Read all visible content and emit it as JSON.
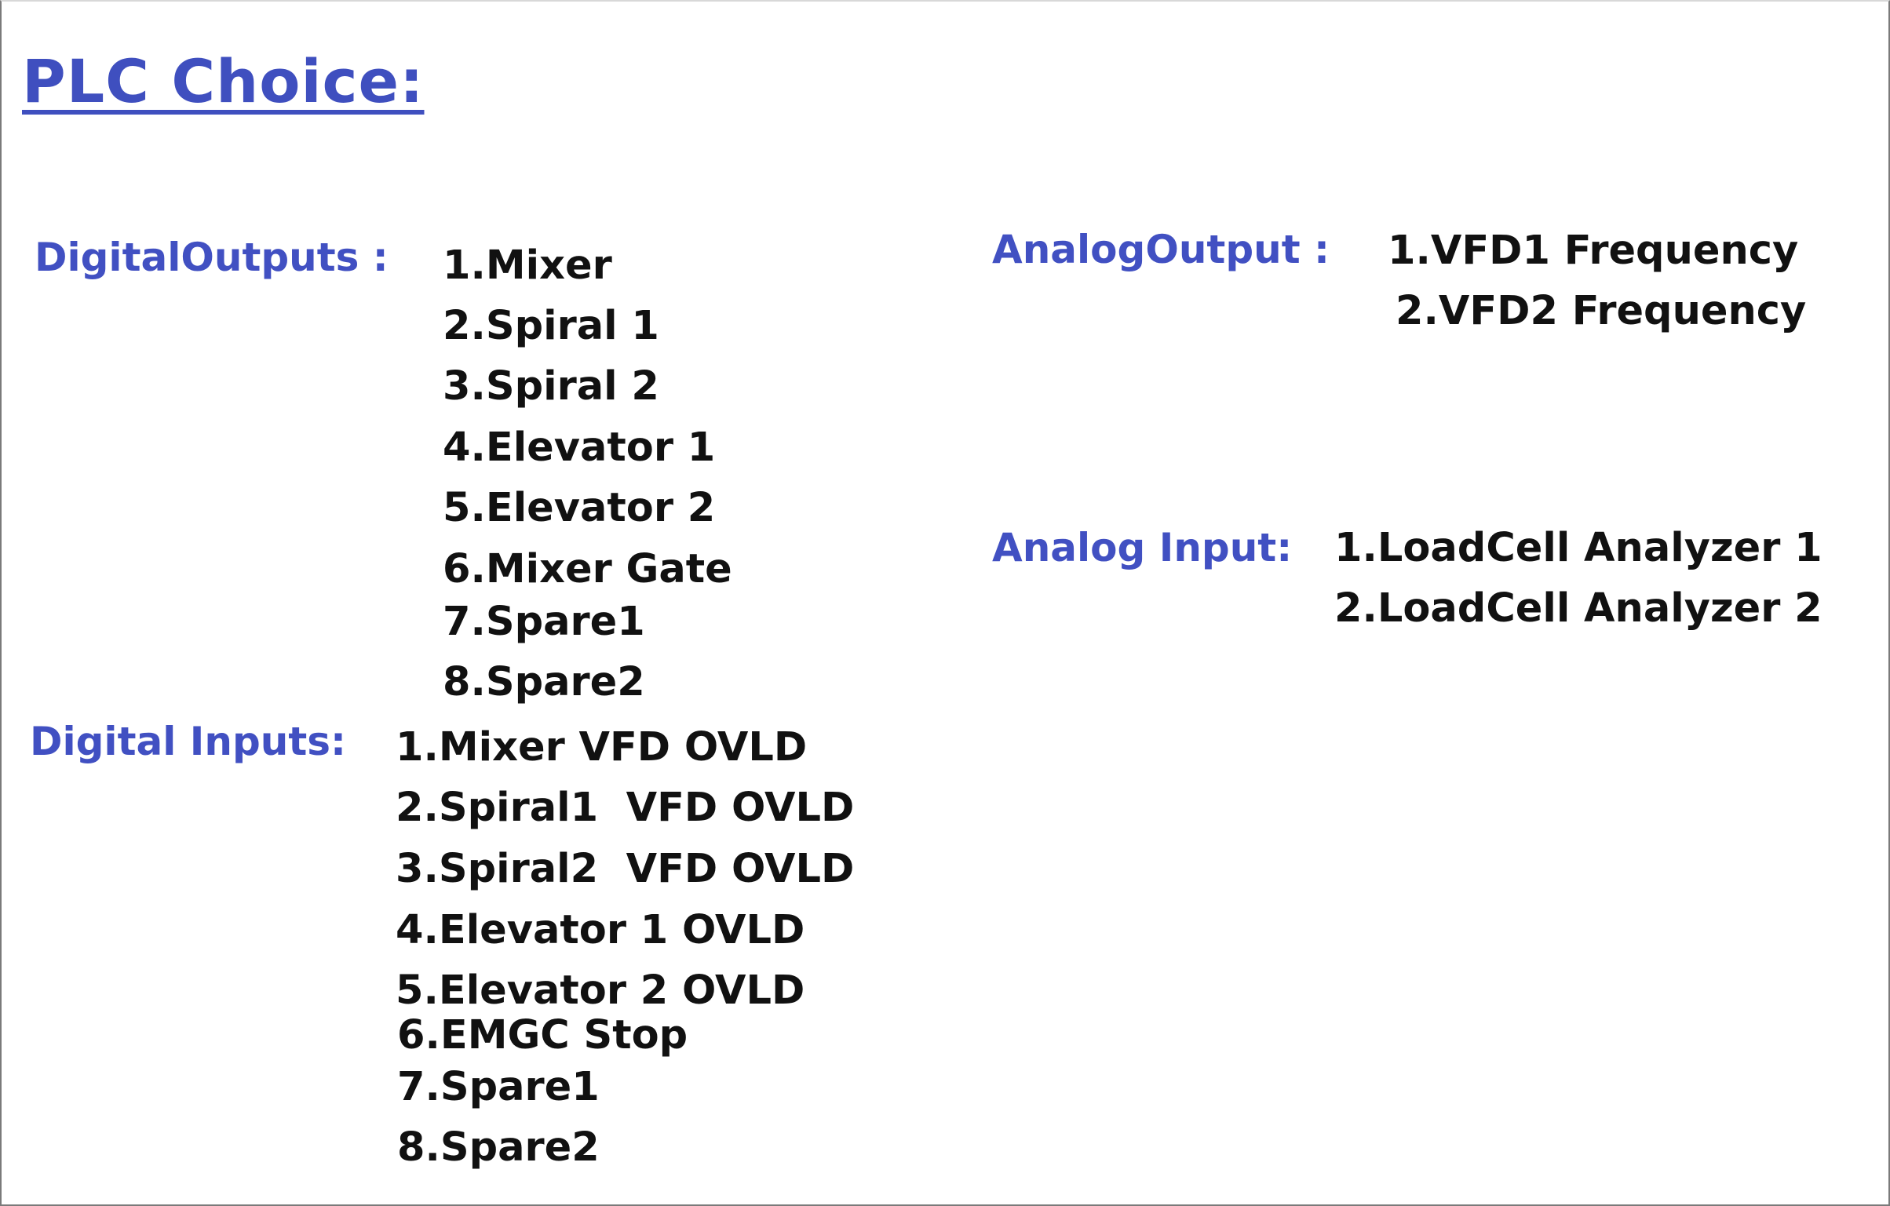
{
  "title": "PLC Choice:",
  "digital_outputs": {
    "label": "DigitalOutputs :",
    "items": [
      "1.Mixer",
      "2.Spiral 1",
      "3.Spiral 2",
      "4.Elevator 1",
      "5.Elevator 2",
      "6.Mixer Gate",
      "7.Spare1",
      "8.Spare2"
    ]
  },
  "digital_inputs": {
    "label": "Digital Inputs:",
    "items": [
      "1.Mixer VFD OVLD",
      "2.Spiral1  VFD OVLD",
      "3.Spiral2  VFD OVLD",
      "4.Elevator 1 OVLD",
      "5.Elevator 2 OVLD",
      "6.EMGC Stop",
      "7.Spare1",
      "8.Spare2"
    ]
  },
  "analog_output": {
    "label": "AnalogOutput :",
    "items": [
      "1.VFD1 Frequency",
      "2.VFD2 Frequency"
    ]
  },
  "analog_input": {
    "label": "Analog Input:",
    "items": [
      "1.LoadCell Analyzer 1",
      "2.LoadCell Analyzer 2"
    ]
  },
  "colors": {
    "heading_blue": "#3f4fbf",
    "label_blue": "#4150c2",
    "text_black": "#111111"
  }
}
